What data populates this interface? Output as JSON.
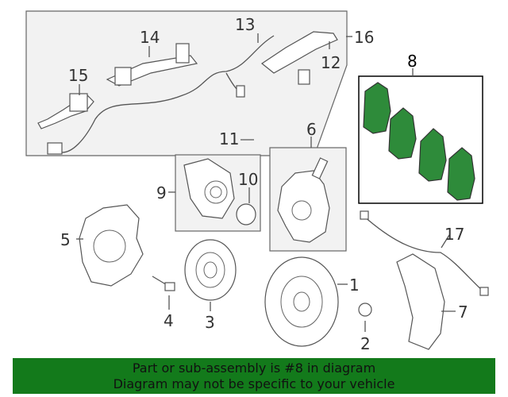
{
  "callouts": {
    "c1": "1",
    "c2": "2",
    "c3": "3",
    "c4": "4",
    "c5": "5",
    "c6": "6",
    "c7": "7",
    "c8": "8",
    "c9": "9",
    "c10": "10",
    "c11": "11",
    "c12": "12",
    "c13": "13",
    "c14": "14",
    "c15": "15",
    "c16": "16",
    "c17": "17"
  },
  "highlight_color": "#2e8b3a",
  "banner": {
    "line1": "Part or sub-assembly is #8 in diagram",
    "line2": "Diagram may not be specific to your vehicle",
    "background": "#137a1b"
  }
}
